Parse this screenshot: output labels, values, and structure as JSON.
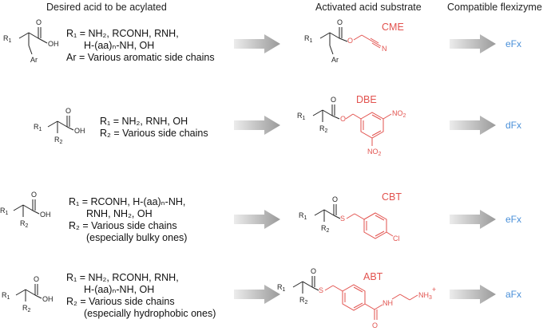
{
  "headers": {
    "desired": "Desired acid to be acylated",
    "activated": "Activated acid substrate",
    "flexizyme": "Compatible flexizyme"
  },
  "rows": [
    {
      "desc": [
        "R₁ = NH₂, RCONH, RNH,",
        "H-(aa)ₙ-NH, OH",
        "Ar = Various aromatic side chains"
      ],
      "abbr": "CME",
      "fx": "eFx"
    },
    {
      "desc": [
        "R₁ = NH₂, RNH, OH",
        "R₂ = Various side chains"
      ],
      "abbr": "DBE",
      "fx": "dFx"
    },
    {
      "desc": [
        "R₁ = RCONH, H-(aa)ₙ-NH,",
        "RNH, NH₂, OH",
        "R₂ = Various side chains",
        "(especially bulky ones)"
      ],
      "abbr": "CBT",
      "fx": "eFx"
    },
    {
      "desc": [
        "R₁ = NH₂, RCONH, RNH,",
        "H-(aa)ₙ-NH, OH",
        "R₂ = Various side chains",
        "(especially hydrophobic ones)"
      ],
      "abbr": "ABT",
      "fx": "aFx"
    }
  ],
  "atoms": {
    "R1": "R",
    "R1_sub": "1",
    "R2": "R",
    "R2_sub": "2",
    "O": "O",
    "OH": "OH",
    "S": "S",
    "Ar": "Ar",
    "N": "N",
    "NO2": "NO",
    "NO2_sub": "2",
    "Cl": "Cl",
    "NH": "NH",
    "NH3": "NH",
    "NH3_sub": "3",
    "plus": "+"
  },
  "colors": {
    "accent_red": "#e2524e",
    "flexizyme_blue": "#4a90d9",
    "arrow_gray": "#a8a8a8"
  }
}
